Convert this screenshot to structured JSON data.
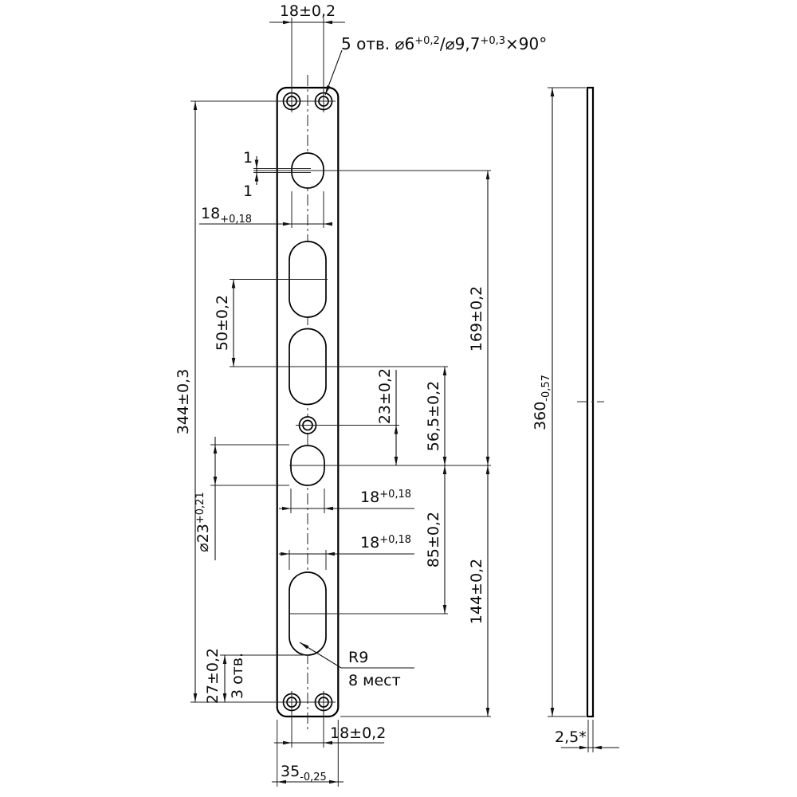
{
  "labels": {
    "top_spacing": "18±0,2",
    "callout_prefix": "5 отв. ⌀6",
    "callout_tol1": "+0,2",
    "callout_mid": "/⌀9,7",
    "callout_tol2": "+0,3",
    "callout_suffix": "×90°",
    "offset_upper": "1",
    "offset_lower": "1",
    "slot_a_width": "18",
    "slot_a_width_tol": "+0,18",
    "slot_pitch": "50±0,2",
    "hole_span": "344±0,3",
    "span_169": "169±0,2",
    "span_23": "23±0,2",
    "span_565": "56,5±0,2",
    "span_85": "85±0,2",
    "span_144": "144±0,2",
    "slot_e_width": "18",
    "slot_e_width_tol": "+0,18",
    "slot_f_width": "18",
    "slot_f_width_tol": "+0,18",
    "slot_dia": "⌀23",
    "slot_dia_tol": "+0,21",
    "span_27": "27±0,2",
    "note_3_holes": "3 отв.",
    "note_r9": "R9",
    "note_r9_places": "8 мест",
    "bottom_spacing": "18±0,2",
    "plate_width": "35",
    "plate_width_tol": "-0,25",
    "plate_length": "360",
    "plate_length_tol": "-0,57",
    "thickness": "2,5*"
  }
}
